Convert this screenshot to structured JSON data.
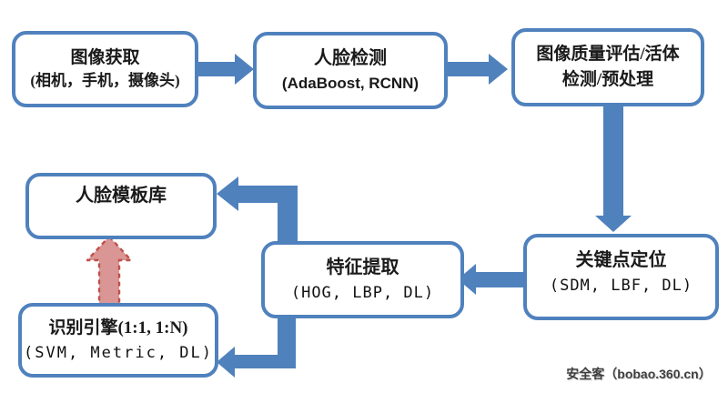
{
  "colors": {
    "node_border": "#4f81bd",
    "arrow_fill": "#4f81bd",
    "dashed_arrow_fill": "#d99694",
    "dashed_arrow_border": "#c0504d"
  },
  "nodes": {
    "image_acquisition": {
      "title": "图像获取",
      "subtitle": "(相机，手机，摄像头)"
    },
    "face_detection": {
      "title": "人脸检测",
      "subtitle": "(AdaBoost, RCNN)"
    },
    "quality_liveness": {
      "line1": "图像质量评估/活体",
      "line2": "检测/预处理"
    },
    "landmark_localization": {
      "title": "关键点定位",
      "subtitle": "(SDM, LBF, DL)"
    },
    "feature_extraction": {
      "title": "特征提取",
      "subtitle": "(HOG, LBP, DL)"
    },
    "face_template_db": {
      "title": "人脸模板库"
    },
    "recognition_engine": {
      "title": "识别引擎(1:1, 1:N)",
      "subtitle": "(SVM, Metric, DL)"
    }
  },
  "edges": [
    {
      "from": "image_acquisition",
      "to": "face_detection",
      "style": "solid"
    },
    {
      "from": "face_detection",
      "to": "quality_liveness",
      "style": "solid"
    },
    {
      "from": "quality_liveness",
      "to": "landmark_localization",
      "style": "solid"
    },
    {
      "from": "landmark_localization",
      "to": "feature_extraction",
      "style": "solid"
    },
    {
      "from": "feature_extraction",
      "to": "face_template_db",
      "style": "solid"
    },
    {
      "from": "feature_extraction",
      "to": "recognition_engine",
      "style": "solid"
    },
    {
      "from": "recognition_engine",
      "to": "face_template_db",
      "style": "dashed"
    }
  ],
  "watermark": "安全客（bobao.360.cn）"
}
